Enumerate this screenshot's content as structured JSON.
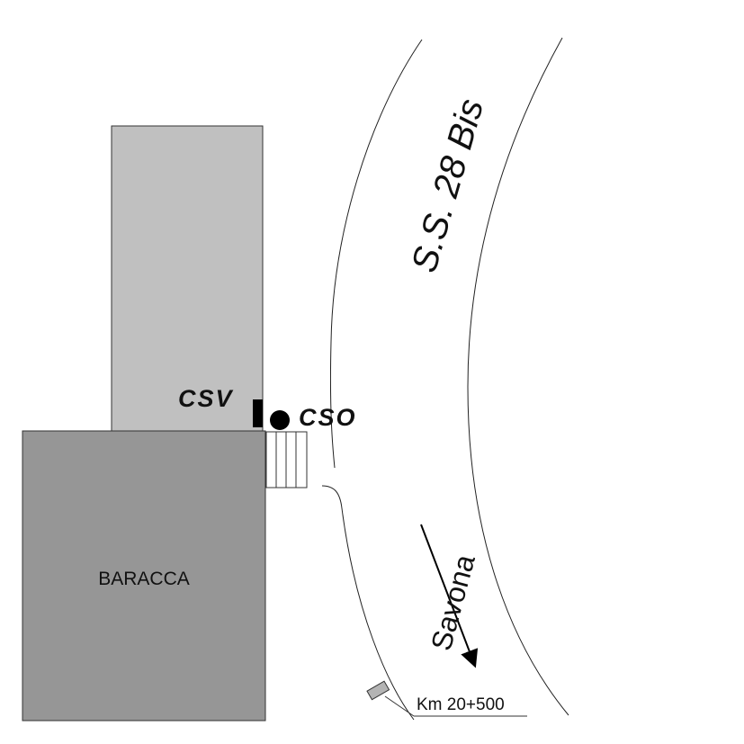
{
  "road": {
    "name": "S.S. 28 Bis"
  },
  "stations": {
    "csv_label": "CSV",
    "cso_label": "CSO"
  },
  "building": {
    "name": "BARACCA"
  },
  "direction": {
    "label": "Savona"
  },
  "km_marker": {
    "label": "Km 20+500"
  },
  "colors": {
    "upper_building": "#c0c0c0",
    "baracca": "#969696",
    "marker_post": "#b4b4b4",
    "line": "#222222"
  }
}
